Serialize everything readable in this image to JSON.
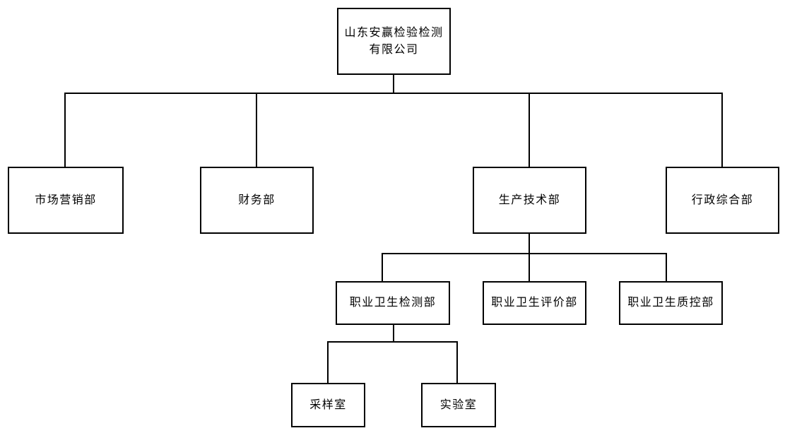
{
  "org_chart": {
    "type": "org-tree",
    "root": {
      "id": "company",
      "label": "山东安赢检验检测\n有限公司",
      "children": [
        {
          "id": "marketing-dept",
          "label": "市场营销部",
          "children": []
        },
        {
          "id": "finance-dept",
          "label": "财务部",
          "children": []
        },
        {
          "id": "production-tech-dept",
          "label": "生产技术部",
          "children": [
            {
              "id": "occupational-health-testing-dept",
              "label": "职业卫生检测部",
              "children": [
                {
                  "id": "sampling-room",
                  "label": "采样室",
                  "children": []
                },
                {
                  "id": "laboratory",
                  "label": "实验室",
                  "children": []
                }
              ]
            },
            {
              "id": "occupational-health-evaluation-dept",
              "label": "职业卫生评价部",
              "children": []
            },
            {
              "id": "occupational-health-qc-dept",
              "label": "职业卫生质控部",
              "children": []
            }
          ]
        },
        {
          "id": "admin-general-dept",
          "label": "行政综合部",
          "children": []
        }
      ]
    },
    "colors": {
      "background": "#ffffff",
      "line": "#000000",
      "box_border": "#000000",
      "box_fill": "#ffffff",
      "text": "#000000"
    }
  }
}
